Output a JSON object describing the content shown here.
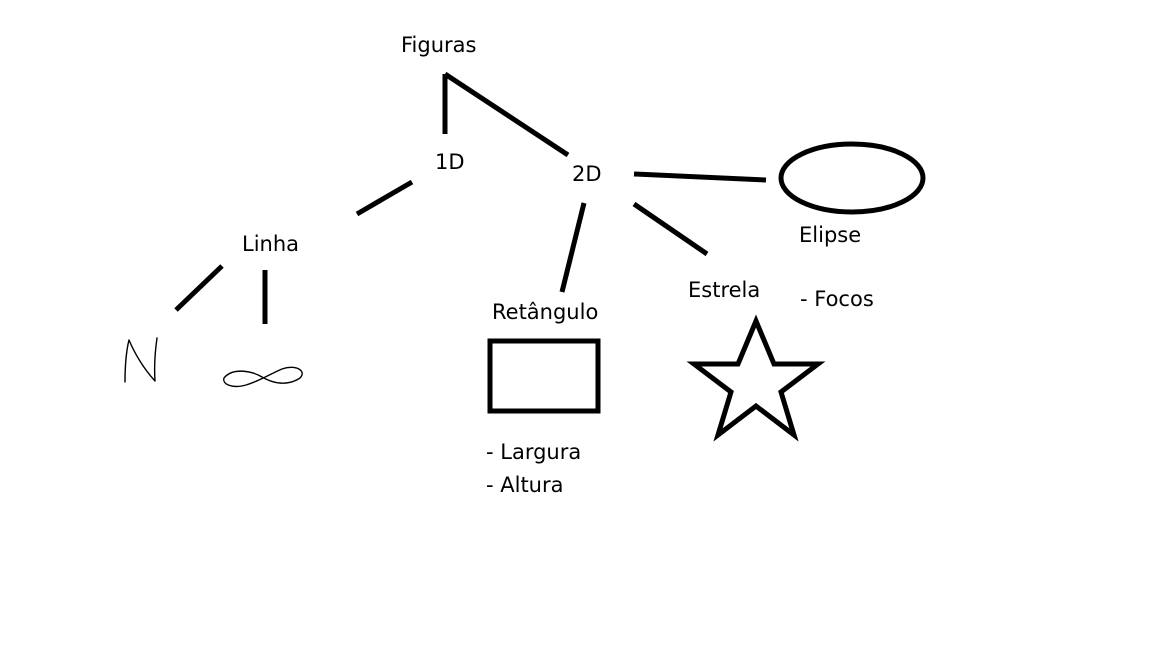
{
  "nodes": {
    "root": "Figuras",
    "one_d": "1D",
    "two_d": "2D",
    "linha": "Linha",
    "retangulo": "Retângulo",
    "estrela": "Estrela",
    "elipse": "Elipse"
  },
  "attributes": {
    "retangulo": [
      "- Largura",
      "- Altura"
    ],
    "elipse": [
      "- Focos"
    ]
  },
  "colors": {
    "stroke": "#000000",
    "background": "#ffffff"
  }
}
